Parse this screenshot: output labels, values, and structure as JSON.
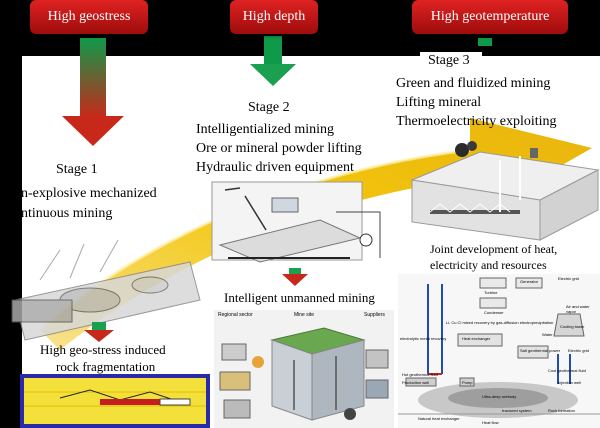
{
  "banners": {
    "stress": "High geostress",
    "depth": "High depth",
    "temp": "High geotemperature"
  },
  "stage1": {
    "title": "Stage 1",
    "line1": "on-explosive mechanized",
    "line2": "ontinuous mining",
    "caption1": "High geo-stress induced",
    "caption2": "rock fragmentation"
  },
  "stage2": {
    "title": "Stage 2",
    "items": [
      "Intelligentialized mining",
      "Ore or mineral powder lifting",
      "Hydraulic driven equipment"
    ],
    "caption": "Intelligent unmanned mining",
    "panel_labels": [
      "Regional sector",
      "Mine site",
      "Suppliers"
    ]
  },
  "stage3": {
    "title": "Stage 3",
    "items": [
      "Green and fluidized mining",
      "Lifting mineral",
      "Thermoelectricity exploiting"
    ],
    "caption1": "Joint development of heat,",
    "caption2": "electricity and resources"
  },
  "geothermal": {
    "labels": {
      "generator": "Generator",
      "turbine": "Turbine",
      "electric_grid": "Electric grid",
      "air_water": "Air and water vapor",
      "cooling_tower": "Cooling tower",
      "condenser": "Condenser",
      "recovery": "Li, Cu Cl mixed recovery by gas-diffusion electroprecipitation",
      "water": "Water",
      "heat_exchanger": "Heat exchanger",
      "power": "Salt geothermal power",
      "electric_grid2": "Electric grid",
      "metal": "electrolytic metal recovery",
      "cool_fluid": "Cool geothermal fluid",
      "production_well": "Production well",
      "pump": "Pump",
      "injection_well": "Injection well",
      "hot_geothermal": "Hot geothermal fluid",
      "ultra_deep": "Ultra-deep orebody",
      "natural_heat": "Natural heat exchanger",
      "fractured": "fractured system",
      "rock_formation": "Rock formation",
      "heat_flow": "Heat flow"
    }
  },
  "colors": {
    "banner": "#c81414",
    "arrow_top": "#0f9a4a",
    "arrow_bottom": "#c8281a",
    "swoosh": "#f2c400",
    "background": "#000000"
  }
}
